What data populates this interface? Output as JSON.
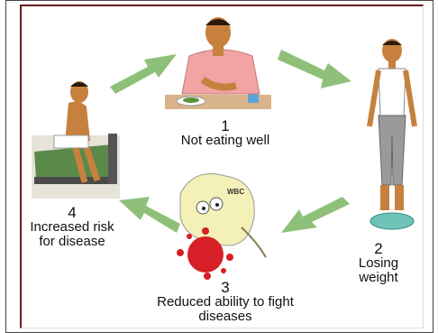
{
  "steps": [
    {
      "number": "1",
      "text": "Not eating well"
    },
    {
      "number": "2",
      "text": "Losing weight"
    },
    {
      "number": "3",
      "text": "Reduced ability to fight diseases"
    },
    {
      "number": "4",
      "text": "Increased risk for disease"
    }
  ],
  "cell_label": "WBC",
  "colors": {
    "arrow": "#8fc07a",
    "frame": "#6b1b1b",
    "skin": "#c8803f",
    "shirt": "#f2a3a3",
    "germ": "#d61f26",
    "cell": "#f3f0b8",
    "scale": "#6fc3b8"
  }
}
